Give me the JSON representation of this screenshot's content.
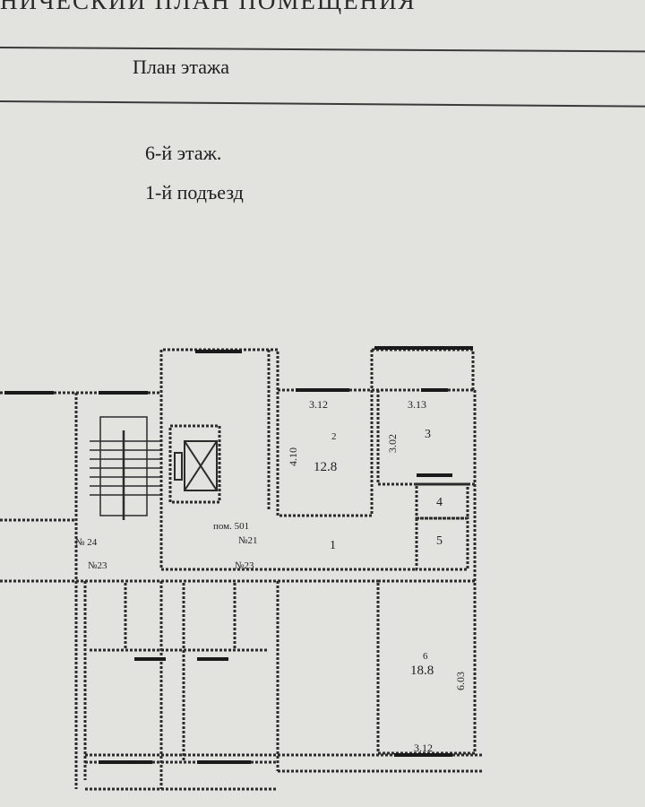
{
  "header": {
    "document_title": "НИЧЕСКИЙ ПЛАН ПОМЕЩЕНИЯ",
    "section_title": "План  этажа"
  },
  "floor": {
    "floor_label": "6-й этаж.",
    "entrance_label": "1-й подъезд"
  },
  "plan": {
    "rooms": [
      {
        "number": "1"
      },
      {
        "number": "2",
        "area": "12.8",
        "width": "3.12",
        "length": "4.10"
      },
      {
        "number": "3",
        "width": "3.13",
        "length": "3.02"
      },
      {
        "number": "4"
      },
      {
        "number": "5"
      },
      {
        "number": "6",
        "area": "18.8",
        "width": "3.12",
        "length": "6.03"
      }
    ],
    "annotations": {
      "premises": "пом. 501",
      "apartment": "№21",
      "apartment_right": "№23",
      "apartment_left": "№23",
      "apartment_far_left": "№ 24"
    }
  }
}
